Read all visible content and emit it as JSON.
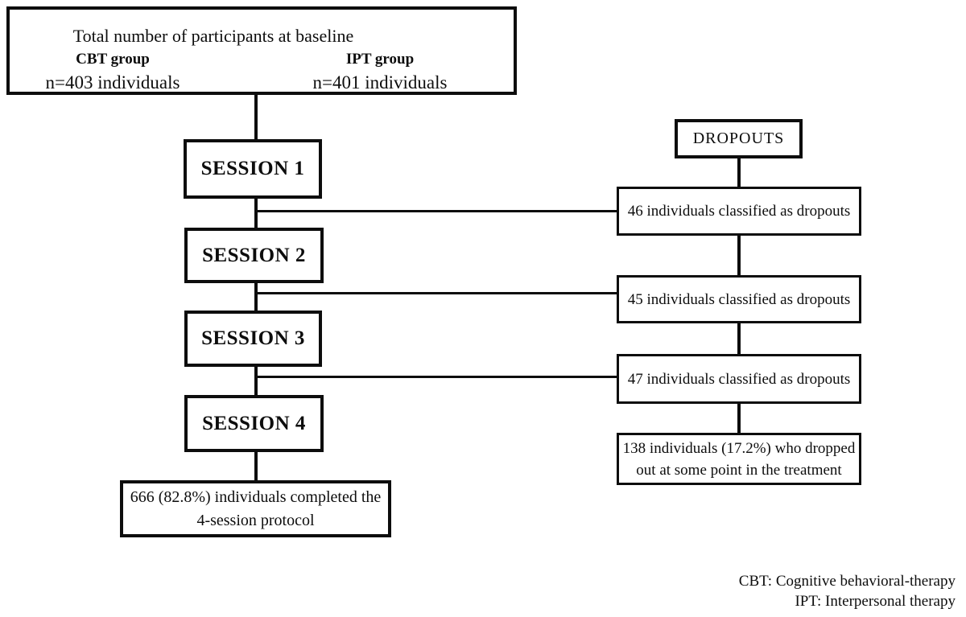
{
  "colors": {
    "ink": "#0d0d0d",
    "paper": "#ffffff"
  },
  "baseline": {
    "title": "Total number of participants at baseline",
    "groups": [
      {
        "name": "CBT group",
        "count": "n=403 individuals"
      },
      {
        "name": "IPT group",
        "count": "n=401 individuals"
      }
    ]
  },
  "sessions": [
    "SESSION 1",
    "SESSION 2",
    "SESSION 3",
    "SESSION 4"
  ],
  "completion": {
    "line1": "666 (82.8%) individuals completed the",
    "line2": "4-session protocol"
  },
  "dropouts": {
    "header": "DROPOUTS",
    "steps": [
      "46 individuals classified as dropouts",
      "45 individuals classified as dropouts",
      "47 individuals classified as dropouts"
    ],
    "total": {
      "line1": "138 individuals (17.2%) who dropped",
      "line2": "out at some point in the treatment"
    }
  },
  "legend": [
    "CBT: Cognitive behavioral-therapy",
    "IPT: Interpersonal therapy"
  ]
}
